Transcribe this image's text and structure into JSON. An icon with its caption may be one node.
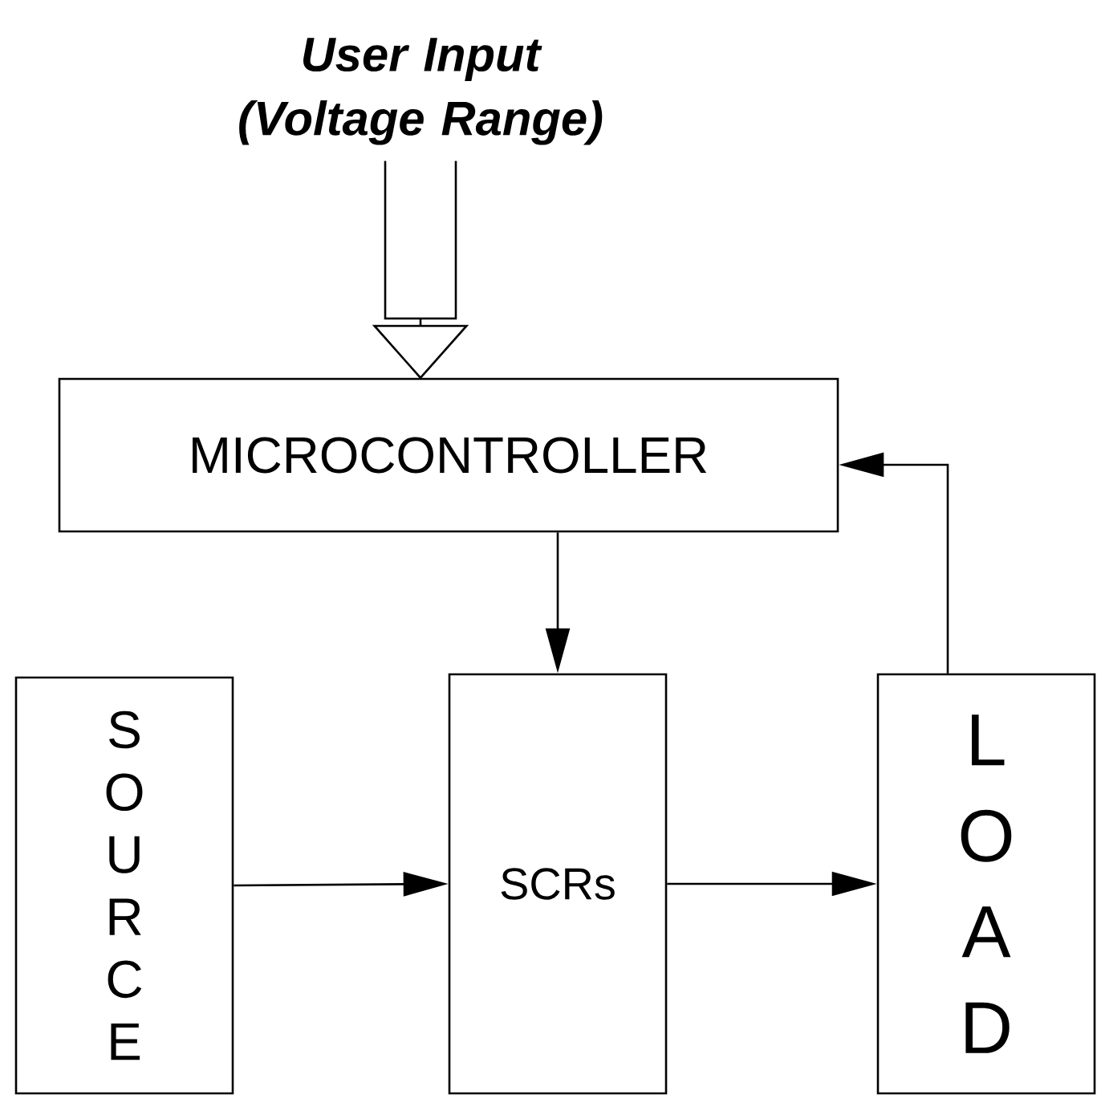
{
  "diagram": {
    "nodes": [
      {
        "text": [
          "User Input (Voltage Range)"
        ]
      },
      {
        "text": [
          "MICROCONTROLLER"
        ]
      },
      {
        "text": [
          "SOURCE"
        ]
      },
      {
        "text": [
          "SCRs"
        ]
      },
      {
        "text": [
          "LOAD"
        ]
      }
    ],
    "edges": [
      {
        "from": 0,
        "to": 1,
        "arrow": "to"
      },
      {
        "from": 1,
        "to": 3,
        "arrow": "to"
      },
      {
        "from": 2,
        "to": 3,
        "arrow": "to"
      },
      {
        "from": 3,
        "to": 4,
        "arrow": "to"
      },
      {
        "from": 4,
        "to": 1,
        "arrow": "to"
      }
    ]
  }
}
